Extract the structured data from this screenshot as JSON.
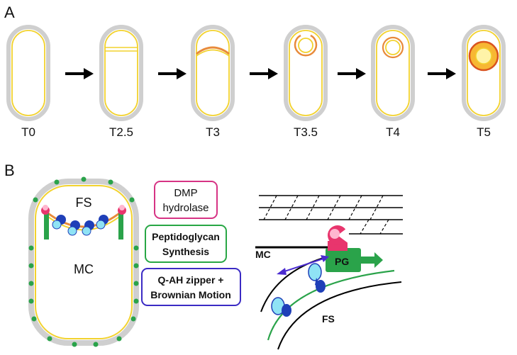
{
  "panels": {
    "a": "A",
    "b": "B"
  },
  "stages": [
    "T0",
    "T2.5",
    "T3",
    "T3.5",
    "T4",
    "T5"
  ],
  "cell": {
    "forespore": "FS",
    "mother_cell": "MC"
  },
  "legend": [
    {
      "line1": "DMP",
      "line2": "hydrolase",
      "color": "#d63384"
    },
    {
      "line1": "Peptidoglycan",
      "line2": "Synthesis",
      "color": "#28a745"
    },
    {
      "line1": "Q-AH zipper +",
      "line2": "Brownian Motion",
      "color": "#3b2bc4"
    }
  ],
  "zoom": {
    "mother_cell": "MC",
    "forespore": "FS",
    "peptidoglycan": "PG"
  },
  "colors": {
    "cell_wall": "#cfcfcf",
    "membrane": "#f2d22e",
    "engulf": "#e88a3a",
    "pg_green": "#2aa34a",
    "dmp_pink": "#e8356d",
    "dark_blue": "#1f3fb8",
    "light_blue": "#8fe3f5",
    "arrow_purple": "#4a2bd0"
  }
}
